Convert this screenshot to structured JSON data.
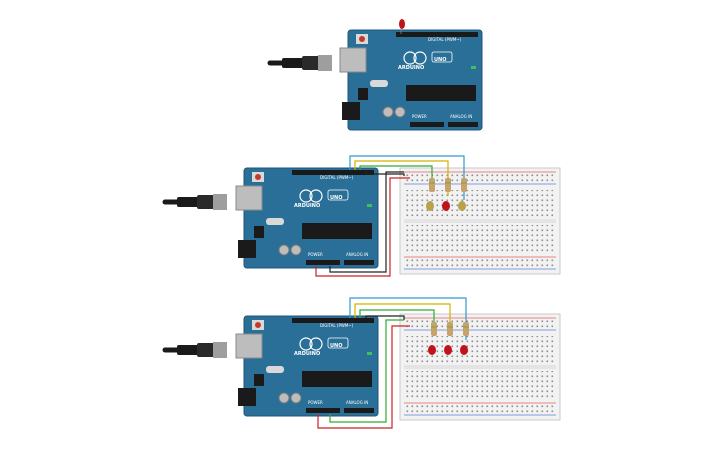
{
  "colors": {
    "board": "#2a6f97",
    "board_edge": "#1f5777",
    "header": "#1a1a1a",
    "breadboard": "#f2f2f2",
    "breadboard_edge": "#c9c9c9",
    "rail_red": "#e06060",
    "rail_blue": "#5b7fd6",
    "wire_blue": "#3399cc",
    "wire_yellow": "#d4b000",
    "wire_green": "#33aa33",
    "wire_black": "#222222",
    "wire_red": "#cc2222",
    "led_off": "#b8a24a",
    "led_red": "#c0121a",
    "usb": "#1a1a1a"
  },
  "board_labels": {
    "digital": "DIGITAL (PWM~)",
    "brand": "ARDUINO",
    "model": "UNO",
    "power": "POWER",
    "analog": "ANALOG IN"
  },
  "circuits": [
    {
      "name": "standalone-board",
      "breadboard": false,
      "top_led": true,
      "leds": []
    },
    {
      "name": "circuit-leds-off",
      "breadboard": true,
      "top_led": false,
      "leds": [
        "off",
        "on",
        "off"
      ]
    },
    {
      "name": "circuit-leds-on",
      "breadboard": true,
      "top_led": false,
      "leds": [
        "on",
        "on",
        "on"
      ]
    }
  ]
}
